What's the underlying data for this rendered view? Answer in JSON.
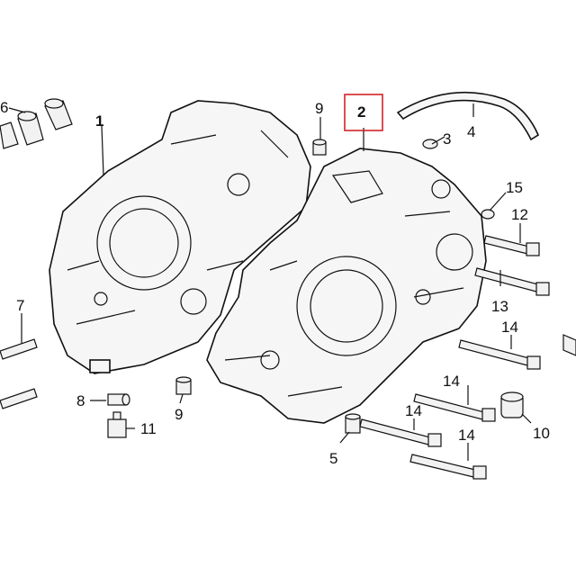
{
  "diagram": {
    "highlight_color": "#d2232a",
    "line_color": "#111111",
    "callouts": [
      {
        "id": "callout-6",
        "text": "6"
      },
      {
        "id": "callout-1",
        "text": "1"
      },
      {
        "id": "callout-9-top",
        "text": "9"
      },
      {
        "id": "callout-2",
        "text": "2",
        "highlighted": true
      },
      {
        "id": "callout-4",
        "text": "4"
      },
      {
        "id": "callout-3",
        "text": "3"
      },
      {
        "id": "callout-15",
        "text": "15"
      },
      {
        "id": "callout-12",
        "text": "12"
      },
      {
        "id": "callout-13",
        "text": "13"
      },
      {
        "id": "callout-7",
        "text": "7"
      },
      {
        "id": "callout-14-a",
        "text": "14"
      },
      {
        "id": "callout-14-b",
        "text": "14"
      },
      {
        "id": "callout-14-c",
        "text": "14"
      },
      {
        "id": "callout-14-d",
        "text": "14"
      },
      {
        "id": "callout-8",
        "text": "8"
      },
      {
        "id": "callout-9-bottom",
        "text": "9"
      },
      {
        "id": "callout-11",
        "text": "11"
      },
      {
        "id": "callout-10",
        "text": "10"
      },
      {
        "id": "callout-5",
        "text": "5"
      }
    ]
  }
}
